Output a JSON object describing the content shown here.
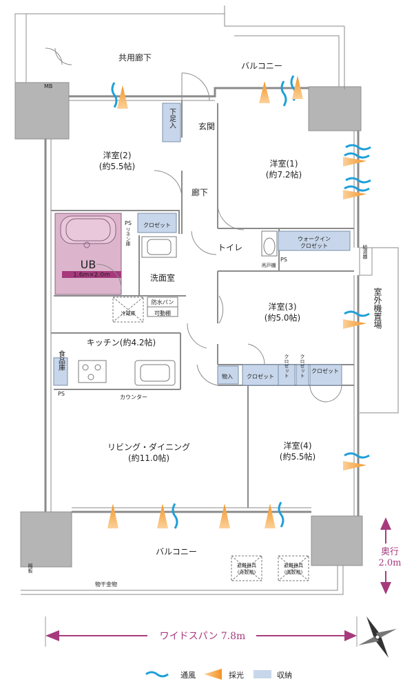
{
  "labels": {
    "corridor": "共用廊下",
    "mb": "MB",
    "balcony_top": "バルコニー",
    "entrance": "玄関",
    "shoebox": "下足入",
    "room2_name": "洋室(2)",
    "room2_size": "(約5.5帖)",
    "room1_name": "洋室(1)",
    "room1_size": "(約7.2帖)",
    "hallway": "廊下",
    "ps": "PS",
    "closet": "クロゼット",
    "closet_v": "クロゼット",
    "linen": "リネン庫",
    "walkin": "ウォークイン",
    "walkin2": "クロゼット",
    "toilet": "トイレ",
    "cupboard": "吊戸棚",
    "ub": "UB",
    "ub_size": "1.6m×2.0m",
    "washroom": "洗面室",
    "waterpan": "防水パン",
    "movable_shelf": "可動棚",
    "fridge": "冷蔵庫",
    "room3_name": "洋室(3)",
    "room3_size": "(約5.0帖)",
    "kitchen": "キッチン(約4.2帖)",
    "pantry": "食品庫",
    "storage": "物入",
    "counter": "カウンター",
    "living": "リビング・ダイニング",
    "living_size": "(約11.0帖)",
    "room4_name": "洋室(4)",
    "room4_size": "(約5.5帖)",
    "water_heater": "給湯器",
    "outdoor_unit": "室外機置場",
    "balcony_bottom": "バルコニー",
    "partition": "隔板",
    "drying": "物干金物",
    "escape_odd": "避難器具",
    "escape_odd2": "(奇数階)",
    "escape_even": "避難器具",
    "escape_even2": "(偶数階)",
    "depth": "奥行",
    "depth_value": "2.0m",
    "wide_span": "ワイドスパン 7.8m"
  },
  "legend": [
    {
      "icon": "wind-icon",
      "label": "通風"
    },
    {
      "icon": "light-icon",
      "label": "採光"
    },
    {
      "icon": "storage-icon",
      "label": "収納"
    }
  ],
  "colors": {
    "wall": "#999999",
    "storage": "#c7d6ea",
    "bath": "#dcb5cc",
    "bath_tag": "#a63a7d",
    "arrow": "#a63a7d",
    "wind": "#1e9fd8",
    "light": "#f39323"
  }
}
